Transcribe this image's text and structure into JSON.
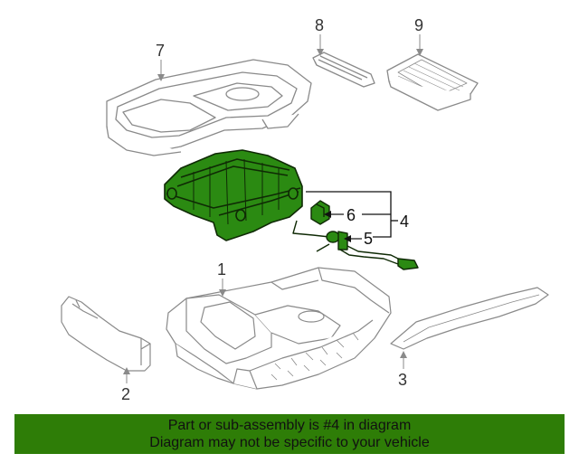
{
  "callouts": {
    "c1": "1",
    "c2": "2",
    "c3": "3",
    "c4": "4",
    "c5": "5",
    "c6": "6",
    "c7": "7",
    "c8": "8",
    "c9": "9"
  },
  "banner": {
    "line1": "Part or sub-assembly is #4 in diagram",
    "line2": "Diagram may not be specific to your vehicle",
    "color": "#2e7d07"
  },
  "colors": {
    "highlight_fill": "#2b8a12",
    "highlight_stroke": "#0f2a05",
    "outline": "#8a8a8a"
  }
}
